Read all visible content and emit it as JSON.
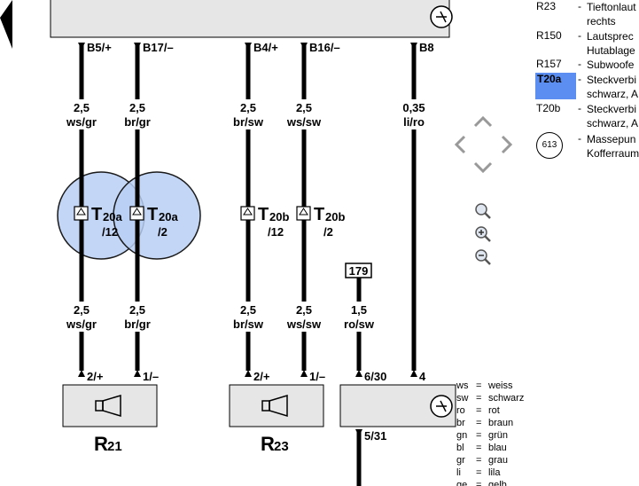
{
  "wires": [
    {
      "top_pin": "B5/+",
      "gauge_top": "2,5",
      "color_top": "ws/gr",
      "conn_name": "T",
      "conn_sub": "20a",
      "conn_pin": "/12",
      "gauge_bot": "2,5",
      "color_bot": "ws/gr",
      "bot_pin": "2/+"
    },
    {
      "top_pin": "B17/–",
      "gauge_top": "2,5",
      "color_top": "br/gr",
      "conn_name": "T",
      "conn_sub": "20a",
      "conn_pin": "/2",
      "gauge_bot": "2,5",
      "color_bot": "br/gr",
      "bot_pin": "1/–"
    },
    {
      "top_pin": "B4/+",
      "gauge_top": "2,5",
      "color_top": "br/sw",
      "conn_name": "T",
      "conn_sub": "20b",
      "conn_pin": "/12",
      "gauge_bot": "2,5",
      "color_bot": "br/sw",
      "bot_pin": "2/+"
    },
    {
      "top_pin": "B16/–",
      "gauge_top": "2,5",
      "color_top": "ws/sw",
      "conn_name": "T",
      "conn_sub": "20b",
      "conn_pin": "/2",
      "gauge_bot": "2,5",
      "color_bot": "ws/sw",
      "bot_pin": "1/–"
    },
    {
      "top_pin": "B8",
      "gauge_top": "0,35",
      "color_top": "li/ro",
      "bot_pin": "4"
    }
  ],
  "extra_wire": {
    "ref": "179",
    "gauge": "1,5",
    "color": "ro/sw",
    "bot_pin": "6/30",
    "below_pin": "5/31"
  },
  "components": {
    "r21": {
      "name": "R",
      "sub": "21"
    },
    "r23": {
      "name": "R",
      "sub": "23"
    }
  },
  "legend": [
    {
      "code": "R23",
      "text1": "Tieftonlaut",
      "text2": "rechts",
      "highlight": false
    },
    {
      "code": "R150",
      "text1": "Lautsprec",
      "text2": "Hutablage",
      "highlight": false
    },
    {
      "code": "R157",
      "text1": "Subwoofe",
      "text2": "",
      "highlight": false
    },
    {
      "code": "T20a",
      "text1": "Steckverbi",
      "text2": "schwarz, A",
      "highlight": true
    },
    {
      "code": "T20b",
      "text1": "Steckverbi",
      "text2": "schwarz, A",
      "highlight": false
    },
    {
      "code": "613",
      "text1": "Massepun",
      "text2": "Kofferraum",
      "highlight": false,
      "circled": true
    }
  ],
  "color_key": [
    {
      "abbr": "ws",
      "name": "weiss"
    },
    {
      "abbr": "sw",
      "name": "schwarz"
    },
    {
      "abbr": "ro",
      "name": "rot"
    },
    {
      "abbr": "br",
      "name": "braun"
    },
    {
      "abbr": "gn",
      "name": "grün"
    },
    {
      "abbr": "bl",
      "name": "blau"
    },
    {
      "abbr": "gr",
      "name": "grau"
    },
    {
      "abbr": "li",
      "name": "lila"
    },
    {
      "abbr": "ge",
      "name": "gelb"
    }
  ],
  "nav_icons": [
    "pan-up-icon",
    "pan-left-icon",
    "pan-right-icon",
    "pan-down-icon",
    "zoom-fit-icon",
    "zoom-in-icon",
    "zoom-out-icon"
  ],
  "colors": {
    "highlight_circle": "#b8cff5",
    "highlight_stroke": "#1a1a1a",
    "legend_highlight": "#5b8ef0",
    "component_fill": "#e6e6e6"
  }
}
